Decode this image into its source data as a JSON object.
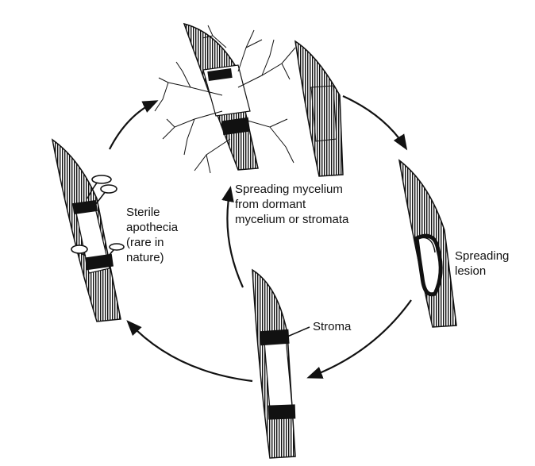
{
  "diagram": {
    "labels": {
      "spreading_mycelium": "Spreading mycelium\nfrom dormant\nmycelium or stromata",
      "spreading_lesion": "Spreading\nlesion",
      "stroma": "Stroma",
      "sterile_apothecia": "Sterile\napothecia\n(rare in\nnature)"
    },
    "colors": {
      "ink": "#111111",
      "background": "#ffffff"
    }
  }
}
